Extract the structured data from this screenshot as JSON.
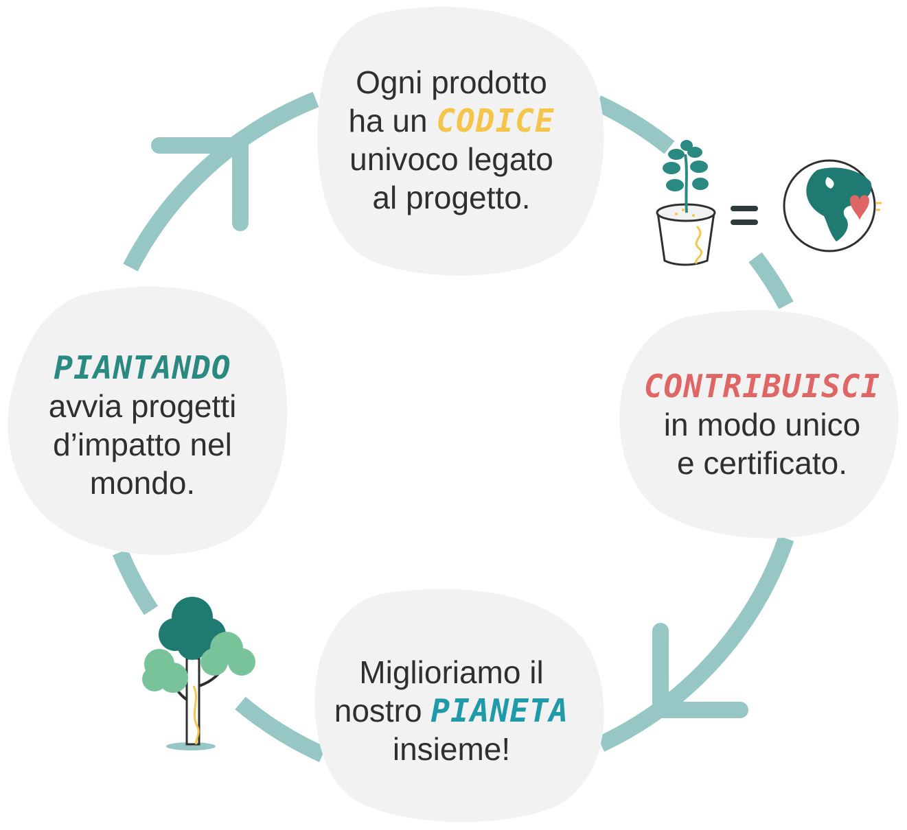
{
  "colors": {
    "ring": "#96c7c4",
    "bubble": "#f3f2f2",
    "yellow": "#f5c54b",
    "teal": "#2a8a82",
    "coral": "#e06666",
    "blue": "#1f9aa8",
    "dark_green": "#1f7a72",
    "light_green": "#78c39a"
  },
  "steps": {
    "top": {
      "line1": "Ogni prodotto",
      "line2_prefix": "ha un ",
      "line2_accent": "CODICE",
      "line3": "univoco legato",
      "line4": "al progetto."
    },
    "right": {
      "accent": "CONTRIBUISCI",
      "line2": "in modo unico",
      "line3": "e certificato."
    },
    "bottom": {
      "line1": "Miglioriamo il",
      "line2_prefix": "nostro ",
      "line2_accent": "PIANETA",
      "line3": "insieme!"
    },
    "left": {
      "accent": "PIANTANDO",
      "line2": "avvia progetti",
      "line3": "d’impatto nel",
      "line4": "mondo."
    }
  },
  "icons": {
    "plant": "potted-plant-icon",
    "equals": "equals-icon",
    "globe": "globe-heart-icon",
    "tree": "trees-icon"
  }
}
